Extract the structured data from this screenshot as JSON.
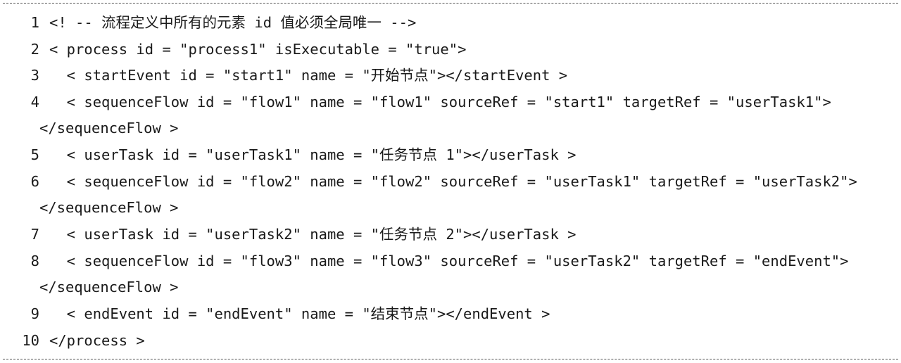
{
  "lines": [
    {
      "num": "1",
      "text": "<! -- 流程定义中所有的元素 id 值必须全局唯一 -->"
    },
    {
      "num": "2",
      "text": "< process id = \"process1\" isExecutable = \"true\">"
    },
    {
      "num": "3",
      "text": "  < startEvent id = \"start1\" name = \"开始节点\"></startEvent >"
    },
    {
      "num": "4",
      "text": "  < sequenceFlow id = \"flow1\" name = \"flow1\" sourceRef = \"start1\" targetRef = \"userTask1\">",
      "cont": "</sequenceFlow >"
    },
    {
      "num": "5",
      "text": "  < userTask id = \"userTask1\" name = \"任务节点 1\"></userTask >"
    },
    {
      "num": "6",
      "text": "  < sequenceFlow id = \"flow2\" name = \"flow2\" sourceRef = \"userTask1\" targetRef = \"userTask2\">",
      "cont": "</sequenceFlow >"
    },
    {
      "num": "7",
      "text": "  < userTask id = \"userTask2\" name = \"任务节点 2\"></userTask >"
    },
    {
      "num": "8",
      "text": "  < sequenceFlow id = \"flow3\" name = \"flow3\" sourceRef = \"userTask2\" targetRef = \"endEvent\">",
      "cont": "</sequenceFlow >"
    },
    {
      "num": "9",
      "text": "  < endEvent id = \"endEvent\" name = \"结束节点\"></endEvent >"
    },
    {
      "num": "10",
      "text": "</process >"
    }
  ]
}
